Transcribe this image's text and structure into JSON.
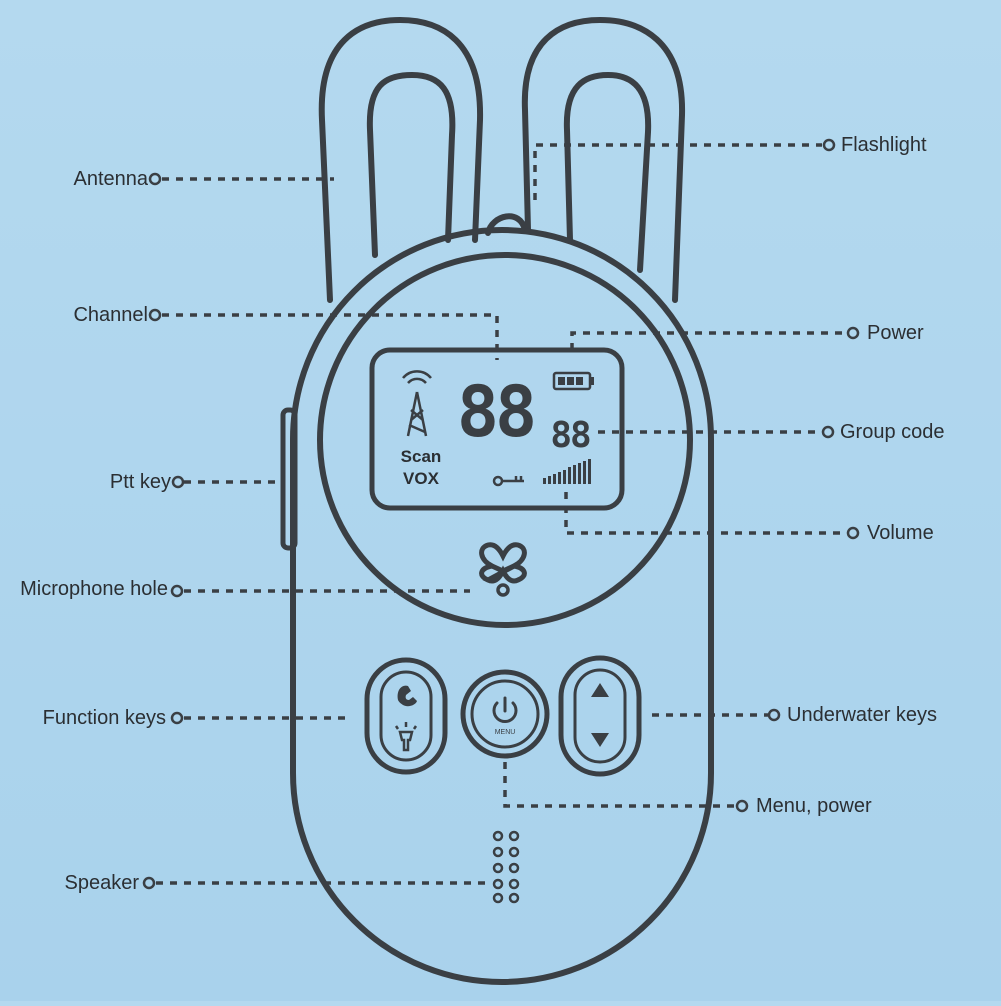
{
  "colors": {
    "background": "#b0d6ee",
    "outline": "#3a3f44",
    "text": "#2b2f33"
  },
  "labels": {
    "antenna": "Antenna",
    "flashlight": "Flashlight",
    "channel": "Channel",
    "power": "Power",
    "group_code": "Group code",
    "ptt_key": "Ptt key",
    "volume": "Volume",
    "microphone_hole": "Microphone hole",
    "function_keys": "Function keys",
    "underwater_keys": "Underwater keys",
    "menu_power": "Menu, power",
    "speaker": "Speaker"
  },
  "display": {
    "channel_digits": "88",
    "group_digits": "88",
    "scan": "Scan",
    "vox": "VOX",
    "menu_button": "MENU"
  },
  "icons": [
    "antenna-tower-icon",
    "battery-icon",
    "key-lock-icon",
    "signal-bars-icon",
    "x-logo-icon",
    "phone-icon",
    "flashlight-icon",
    "power-icon",
    "up-arrow-icon",
    "down-arrow-icon"
  ]
}
